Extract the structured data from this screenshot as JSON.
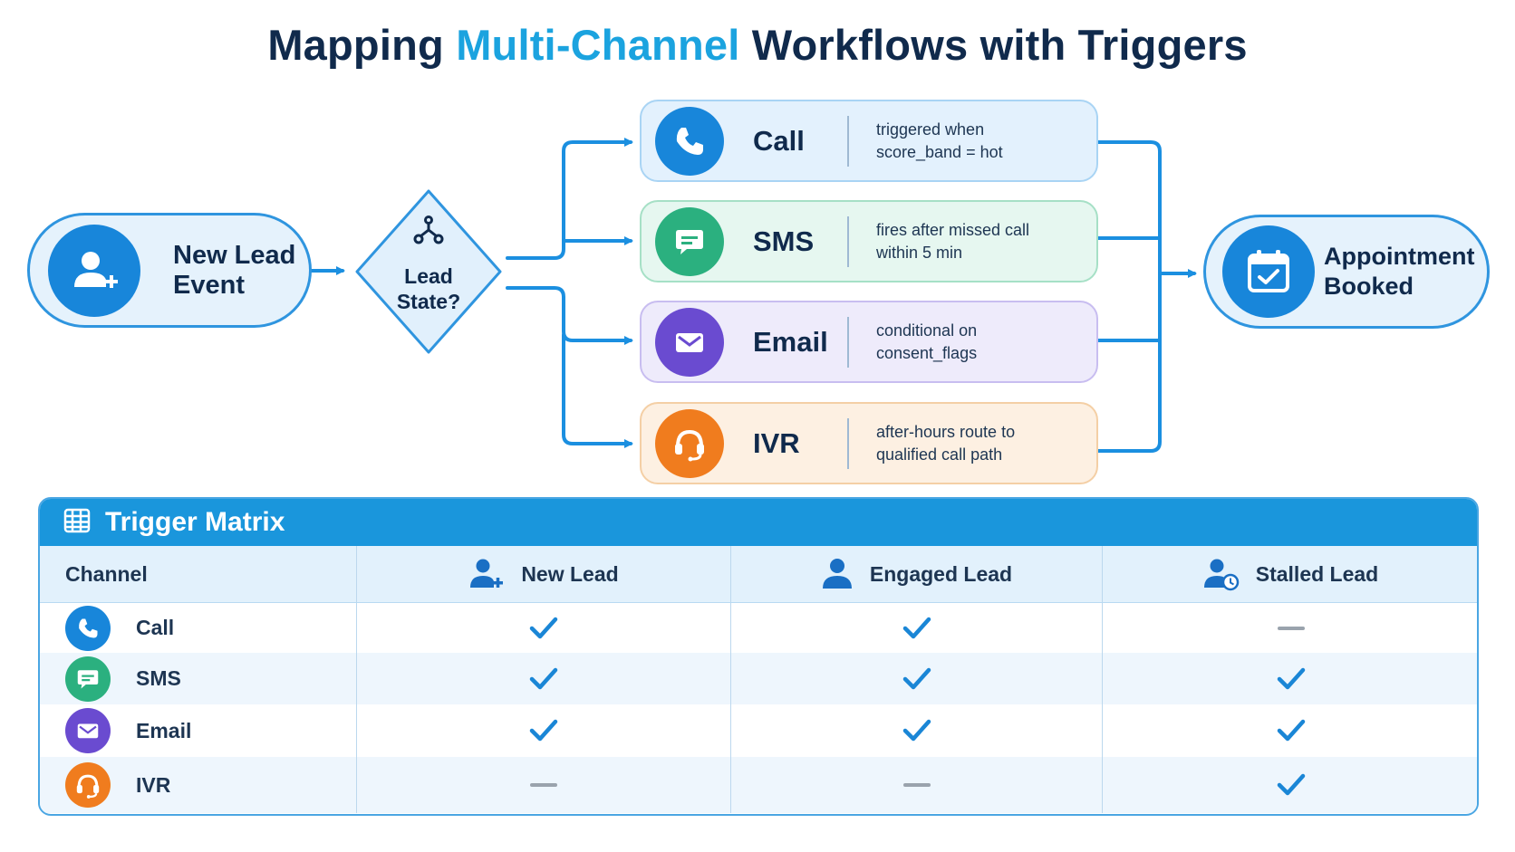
{
  "title": {
    "part1": "Mapping",
    "accent": "Multi-Channel",
    "part2": "Workflows with Triggers"
  },
  "colors": {
    "title": "#102a4c",
    "accent": "#1ba3df",
    "connector": "#1b8fe0",
    "call": "#1886da",
    "sms": "#2bb07f",
    "email": "#6a4bd0",
    "ivr": "#f07c1e",
    "matrix_header": "#1a96dc"
  },
  "flow": {
    "start": {
      "line1": "New Lead",
      "line2": "Event",
      "icon": "user-plus-icon"
    },
    "decision": {
      "line1": "Lead",
      "line2": "State?",
      "icon": "branch-icon"
    },
    "end": {
      "line1": "Appointment",
      "line2": "Booked",
      "icon": "calendar-check-icon"
    },
    "channels": [
      {
        "name": "Call",
        "icon": "phone-icon",
        "desc1": "triggered when",
        "desc2": "score_band = hot"
      },
      {
        "name": "SMS",
        "icon": "chat-bubble-icon",
        "desc1": "fires after missed call",
        "desc2": "within 5 min"
      },
      {
        "name": "Email",
        "icon": "envelope-icon",
        "desc1": "conditional on",
        "desc2": "consent_flags"
      },
      {
        "name": "IVR",
        "icon": "headset-icon",
        "desc1": "after-hours route to",
        "desc2": "qualified call path"
      }
    ]
  },
  "matrix": {
    "title": "Trigger Matrix",
    "columns": [
      "Channel",
      "New Lead",
      "Engaged Lead",
      "Stalled Lead"
    ],
    "rows": [
      {
        "channel": "Call",
        "marks": [
          "check",
          "check",
          "dash"
        ]
      },
      {
        "channel": "SMS",
        "marks": [
          "check",
          "check",
          "check"
        ]
      },
      {
        "channel": "Email",
        "marks": [
          "check",
          "check",
          "check"
        ]
      },
      {
        "channel": "IVR",
        "marks": [
          "dash",
          "dash",
          "check"
        ]
      }
    ]
  }
}
